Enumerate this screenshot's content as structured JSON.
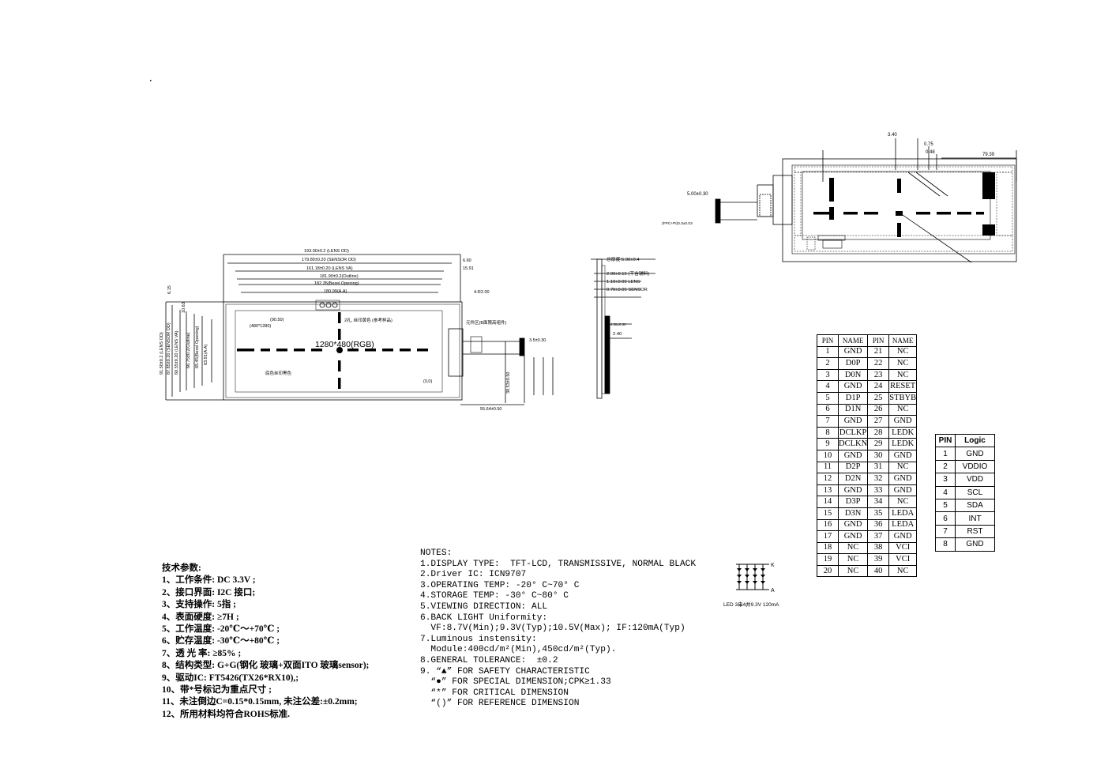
{
  "drawing": {
    "front_view": {
      "resolution_label": "1280*480(RGB)",
      "dims_top": [
        "193.00±0.2 (LENS OD)",
        "179.80±0.20 (SENSOR OD)",
        "161.18±0.20 (LENS VA)",
        "181.90±0.2(Outline)",
        "182.35(Bezel Opening)",
        "180.99(A.A)"
      ],
      "dims_left": [
        "91.50±0.2 (LENS OD)",
        "87.85±0.20 (SENSOR OD)",
        "60.55±0.20 (LENS VA)",
        "66.75±0.2(Outline)",
        "65.45(Bezel Opening)",
        "63.91(A.A)"
      ],
      "dims_misc": [
        "6.60",
        "15.91",
        "6.15",
        "10.63",
        "(90.50)",
        "(480*1280)",
        "3.5±0.30",
        "55.64±0.50",
        "38.53±0.50",
        "4-R2.00"
      ],
      "annotations": [
        "2孔, 丝印黄色 (参考样品)",
        "元件区(B面限高组件)",
        "底色丝印黑色",
        "(0,0)"
      ]
    },
    "side_view": {
      "dims": [
        "总厚度:5.90±0.4",
        "2.00±0.15 (不含辅料)",
        "1.10±0.05 LENS",
        "0.70±0.05 SENSOR",
        "+4.30±0.30",
        "2.40"
      ]
    },
    "back_view": {
      "dims": [
        "3.40",
        "0.75",
        "0.48",
        "79.39",
        "5.00±0.30",
        "(FPC+PI)0.3±0.03"
      ]
    }
  },
  "pin_table": {
    "headers": [
      "PIN",
      "NAME",
      "PIN",
      "NAME"
    ],
    "rows": [
      [
        "1",
        "GND",
        "21",
        "NC"
      ],
      [
        "2",
        "D0P",
        "22",
        "NC"
      ],
      [
        "3",
        "D0N",
        "23",
        "NC"
      ],
      [
        "4",
        "GND",
        "24",
        "RESET"
      ],
      [
        "5",
        "D1P",
        "25",
        "STBYB"
      ],
      [
        "6",
        "D1N",
        "26",
        "NC"
      ],
      [
        "7",
        "GND",
        "27",
        "GND"
      ],
      [
        "8",
        "DCLKP",
        "28",
        "LEDK"
      ],
      [
        "9",
        "DCLKN",
        "29",
        "LEDK"
      ],
      [
        "10",
        "GND",
        "30",
        "GND"
      ],
      [
        "11",
        "D2P",
        "31",
        "NC"
      ],
      [
        "12",
        "D2N",
        "32",
        "GND"
      ],
      [
        "13",
        "GND",
        "33",
        "GND"
      ],
      [
        "14",
        "D3P",
        "34",
        "NC"
      ],
      [
        "15",
        "D3N",
        "35",
        "LEDA"
      ],
      [
        "16",
        "GND",
        "36",
        "LEDA"
      ],
      [
        "17",
        "GND",
        "37",
        "GND"
      ],
      [
        "18",
        "NC",
        "38",
        "VCI"
      ],
      [
        "19",
        "NC",
        "39",
        "VCI"
      ],
      [
        "20",
        "NC",
        "40",
        "NC"
      ]
    ]
  },
  "logic_table": {
    "headers": [
      "PIN",
      "Logic"
    ],
    "rows": [
      [
        "1",
        "GND"
      ],
      [
        "2",
        "VDDIO"
      ],
      [
        "3",
        "VDD"
      ],
      [
        "4",
        "SCL"
      ],
      [
        "5",
        "SDA"
      ],
      [
        "6",
        "INT"
      ],
      [
        "7",
        "RST"
      ],
      [
        "8",
        "GND"
      ]
    ]
  },
  "led": {
    "caption": "LED 3串4并9.3V 120mA",
    "label_k": "K",
    "label_a": "A"
  },
  "tech_specs": {
    "title": "技术参数:",
    "items": [
      "1、工作条件:  DC 3.3V ;",
      "2、接口界面: I2C 接口;",
      "3、支持操作: 5指 ;",
      "4、表面硬度: ≥7H ;",
      "5、工作温度: -20℃～+70℃ ;",
      "6、贮存温度: -30℃～+80℃ ;",
      "7、透 光 率: ≥85% ;",
      "8、结构类型: G+G(钢化 玻璃+双面ITO 玻璃sensor);",
      "9、驱动IC: FT5426(TX26*RX10),;",
      "10、带*号标记为重点尺寸 ;",
      "11、未注倒边C=0.15*0.15mm, 未注公差:±0.2mm;",
      "12、所用材料均符合ROHS标准."
    ]
  },
  "notes": {
    "title": "NOTES:",
    "items": [
      "1.DISPLAY TYPE:  TFT-LCD, TRANSMISSIVE, NORMAL BLACK",
      "2.Driver IC: ICN9707",
      "3.OPERATING TEMP: -20° C~70° C",
      "4.STORAGE TEMP: -30° C~80° C",
      "5.VIEWING DIRECTION: ALL",
      "6.BACK LIGHT Uniformity:",
      "  VF:8.7V(Min);9.3V(Typ);10.5V(Max); IF:120mA(Typ)",
      "7.Luminous instensity:",
      "  Module:400cd/m²(Min),450cd/m²(Typ).",
      "8.GENERAL TOLERANCE:  ±0.2",
      "9. “▲” FOR SAFETY CHARACTERISTIC",
      "  “●” FOR SPECIAL DIMENSION;CPK≥1.33",
      "  “*” FOR CRITICAL DIMENSION",
      "  “()” FOR REFERENCE DIMENSION"
    ]
  }
}
